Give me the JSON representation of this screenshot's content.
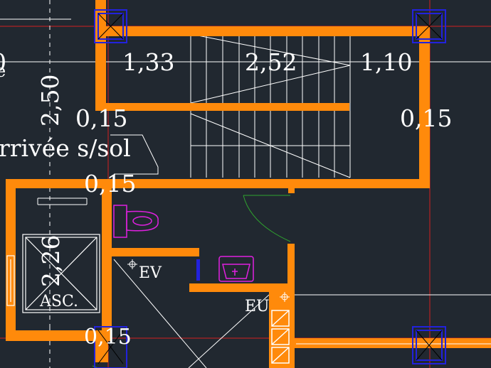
{
  "colors": {
    "background": "#212830",
    "wall": "#ff8a0b",
    "column": "#2222dd",
    "linework": "#ffffff",
    "guide_red": "#d42020",
    "fixture": "#e020e0",
    "door_swing": "#2fa32f",
    "text": "#ffffff"
  },
  "dimensions": {
    "left_edge_partial": "0",
    "edge_fragment": "e",
    "vertical_250": "2,50",
    "d133": "1,33",
    "d252": "2,52",
    "d110": "1,10",
    "d015_a": "0,15",
    "d015_b": "0,15",
    "d015_c": "0,15",
    "d015_d": "0,15",
    "vertical_226": "2,26"
  },
  "labels": {
    "arrivee": "rrivée s/sol",
    "asc": "ASC.",
    "ev": "EV",
    "eu": "EU"
  },
  "icons": {
    "toilet": "toilet-icon",
    "sink": "washbasin-icon",
    "elevator": "elevator-cross-icon"
  }
}
